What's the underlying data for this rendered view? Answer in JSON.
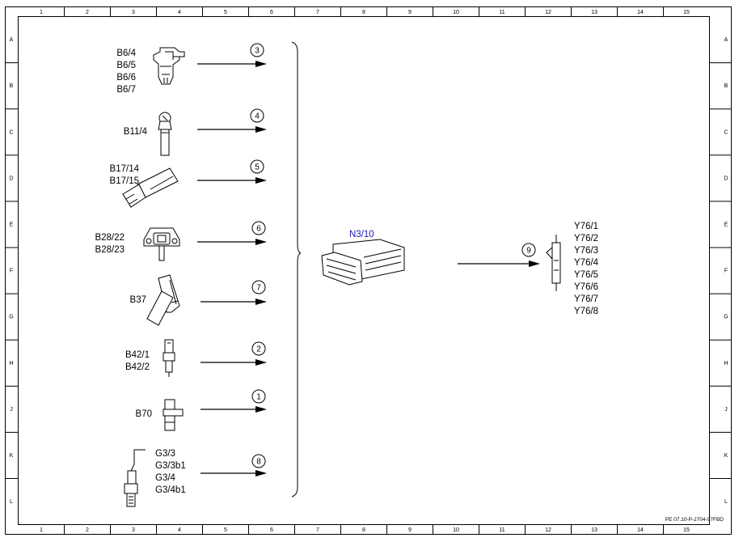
{
  "grid": {
    "columns": [
      "1",
      "2",
      "3",
      "4",
      "5",
      "6",
      "7",
      "8",
      "9",
      "10",
      "11",
      "12",
      "13",
      "14",
      "15"
    ],
    "rows": [
      "A",
      "B",
      "C",
      "D",
      "E",
      "F",
      "G",
      "H",
      "J",
      "K",
      "L"
    ]
  },
  "components": [
    {
      "id": "cam-sensor",
      "labels": [
        "B6/4",
        "B6/5",
        "B6/6",
        "B6/7"
      ],
      "signal": "3"
    },
    {
      "id": "temp-sensor",
      "labels": [
        "B11/4"
      ],
      "signal": "4"
    },
    {
      "id": "air-temp-sensor",
      "labels": [
        "B17/14",
        "B17/15"
      ],
      "signal": "5"
    },
    {
      "id": "pressure-sensor",
      "labels": [
        "B28/22",
        "B28/23"
      ],
      "signal": "6"
    },
    {
      "id": "pedal-sensor",
      "labels": [
        "B37"
      ],
      "signal": "7"
    },
    {
      "id": "exhaust-temp-sensor",
      "labels": [
        "B42/1",
        "B42/2"
      ],
      "signal": "2"
    },
    {
      "id": "crank-sensor",
      "labels": [
        "B70"
      ],
      "signal": "1"
    },
    {
      "id": "o2-sensor",
      "labels": [
        "G3/3",
        "G3/3b1",
        "G3/4",
        "G3/4b1"
      ],
      "signal": "8"
    }
  ],
  "ecu": {
    "label": "N3/10"
  },
  "output": {
    "signal": "9",
    "labels": [
      "Y76/1",
      "Y76/2",
      "Y76/3",
      "Y76/4",
      "Y76/5",
      "Y76/6",
      "Y76/7",
      "Y76/8"
    ]
  },
  "doc_id": "PE 07.10-P-2704-97FBD",
  "colors": {
    "ecu_label": "#1a1ab4",
    "line": "#000000"
  }
}
